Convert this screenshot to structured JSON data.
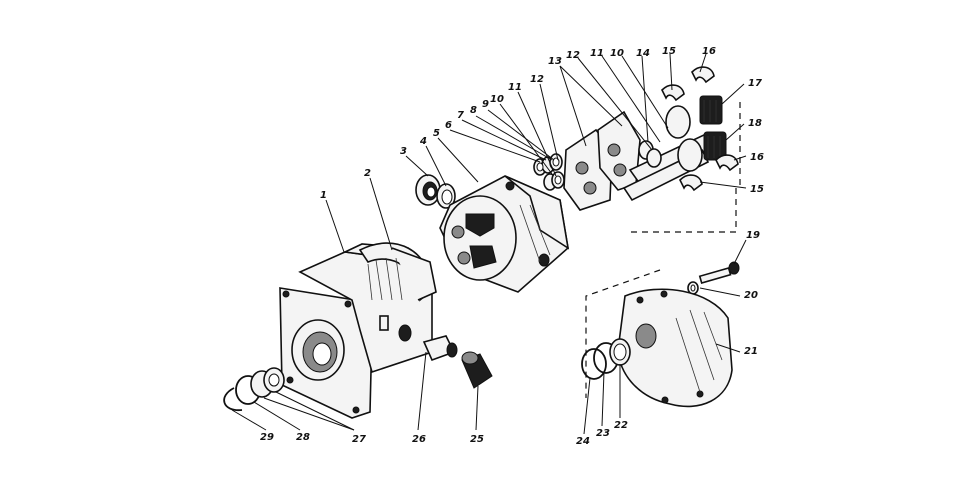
{
  "figure": {
    "callouts": {
      "p1": "1",
      "p2": "2",
      "p3": "3",
      "p4": "4",
      "p5": "5",
      "p6": "6",
      "p7": "7",
      "p8": "8",
      "p9": "9",
      "p10a": "10",
      "p10b": "10",
      "p11a": "11",
      "p11b": "11",
      "p12a": "12",
      "p12b": "12",
      "p13": "13",
      "p14": "14",
      "p15a": "15",
      "p15b": "15",
      "p16a": "16",
      "p16b": "16",
      "p17": "17",
      "p18": "18",
      "p19": "19",
      "p20": "20",
      "p21": "21",
      "p22": "22",
      "p23": "23",
      "p24": "24",
      "p25": "25",
      "p26": "26",
      "p27": "27",
      "p28": "28",
      "p29": "29"
    }
  }
}
